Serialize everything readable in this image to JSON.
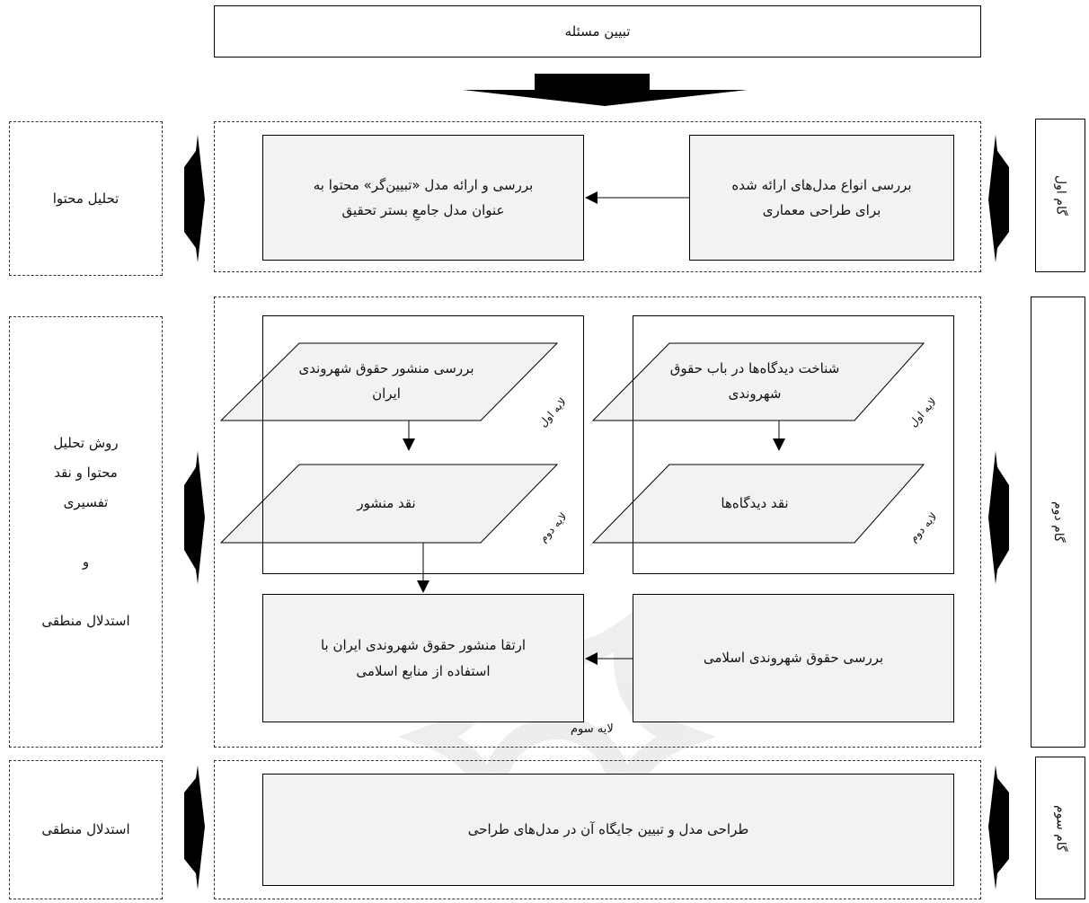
{
  "top_box": "تبیین مسئله",
  "steps": {
    "step1": "گام اول",
    "step2": "گام دوم",
    "step3": "گام سوم"
  },
  "methods": {
    "m1": "تحلیل محتوا",
    "m2": "روش تحلیل\nمحتوا و نقد\nتفسیری\n\nو\n\nاستدلال منطقی",
    "m3": "استدلال منطقی"
  },
  "section1": {
    "right_box": "بررسی انواع مدل‌های ارائه شده\nبرای طراحی معماری",
    "left_box": "بررسی و ارائه مدل «تبیین‌گر» محتوا به\nعنوان مدل جامعِ بستر تحقیق"
  },
  "section2": {
    "right_para1": "شناخت دیدگاه‌ها در باب حقوق\nشهروندی",
    "right_para2": "نقد دیدگاه‌ها",
    "left_para1": "بررسی منشور حقوق شهروندی\nایران",
    "left_para2": "نقد منشور",
    "layer1": "لایه اول",
    "layer2": "لایه دوم",
    "layer3": "لایه سوم",
    "right_box3": "بررسی حقوق شهروندی اسلامی",
    "left_box3": "ارتقا منشور حقوق شهروندی ایران با\nاستفاده از منابع اسلامی"
  },
  "section3": {
    "box": "طراحی مدل و تبیین جایگاه آن در مدل‌های طراحی"
  }
}
